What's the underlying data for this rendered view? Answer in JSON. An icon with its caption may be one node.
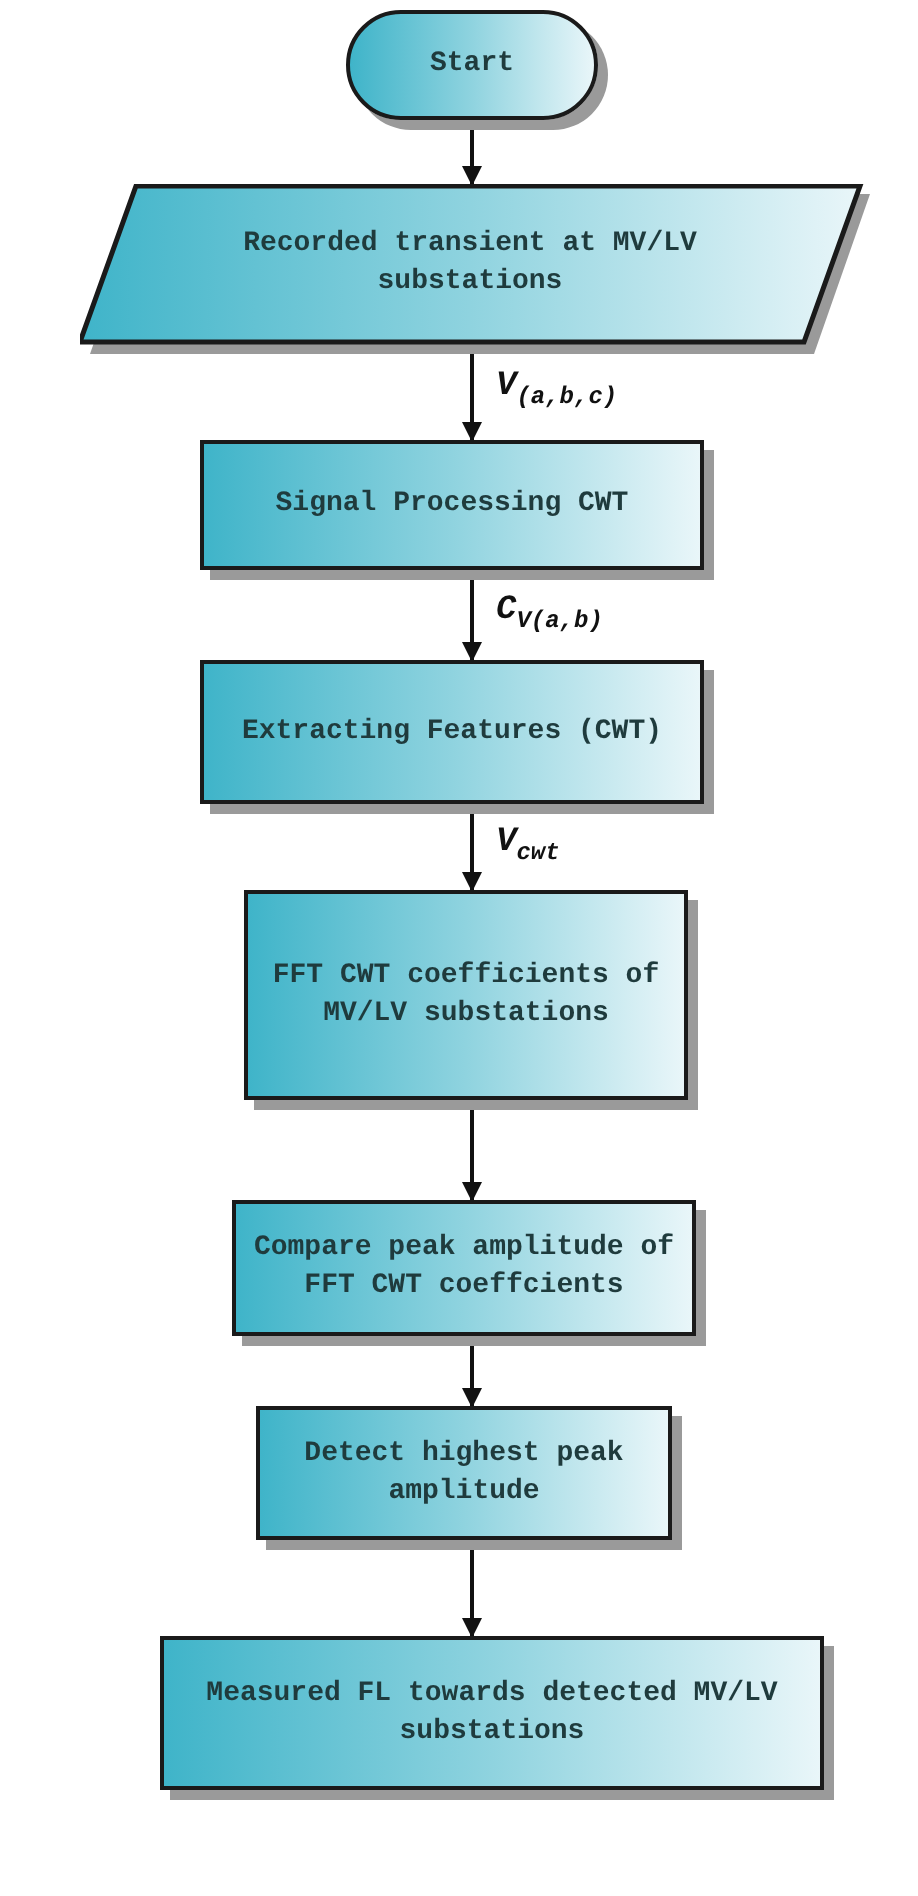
{
  "diagram": {
    "nodes": [
      {
        "text": [
          "Start"
        ]
      },
      {
        "text": [
          "Recorded transient at MV/LV substations"
        ]
      },
      {
        "text": [
          "Signal Processing CWT"
        ]
      },
      {
        "text": [
          "Extracting Features (CWT)"
        ]
      },
      {
        "text": [
          "FFT CWT coefficients of MV/LV substations"
        ]
      },
      {
        "text": [
          "Compare peak amplitude of FFT CWT coeffcients"
        ]
      },
      {
        "text": [
          "Detect highest peak amplitude"
        ]
      },
      {
        "text": [
          "Measured FL towards detected MV/LV substations"
        ]
      }
    ],
    "edges": [
      {
        "from": 0,
        "to": 1,
        "arrow": "to"
      },
      {
        "from": 1,
        "to": 2,
        "arrow": "to",
        "label": "V$_{(a,b,c)}$"
      },
      {
        "from": 2,
        "to": 3,
        "arrow": "to",
        "label": "C$_{V(a,b)}$"
      },
      {
        "from": 3,
        "to": 4,
        "arrow": "to",
        "label": "V$_{cwt}$"
      },
      {
        "from": 4,
        "to": 5,
        "arrow": "to"
      },
      {
        "from": 5,
        "to": 6,
        "arrow": "to"
      },
      {
        "from": 6,
        "to": 7,
        "arrow": "to"
      }
    ]
  }
}
